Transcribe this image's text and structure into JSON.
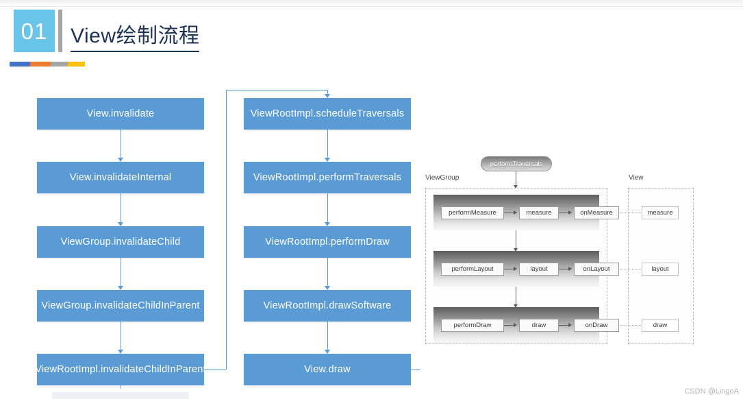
{
  "slide": {
    "number_badge": "01",
    "title": "View绘制流程",
    "accent_blue": "#5b9bd5",
    "badge_color": "#69c5e8",
    "title_color": "#1f3354"
  },
  "color_bar": {
    "segments": [
      {
        "name": "blue",
        "color": "#4472c4",
        "width": 30
      },
      {
        "name": "orange",
        "color": "#ed7d31",
        "width": 30
      },
      {
        "name": "gray",
        "color": "#a5a5a5",
        "width": 25
      },
      {
        "name": "yellow",
        "color": "#ffc000",
        "width": 25
      }
    ]
  },
  "flow": {
    "left_column": [
      {
        "label": "View.invalidate"
      },
      {
        "label": "View.invalidateInternal"
      },
      {
        "label": "ViewGroup.invalidateChild"
      },
      {
        "label": "ViewGroup.invalidateChildInParent"
      },
      {
        "label": "ViewRootImpl.invalidateChildInParent"
      },
      {
        "label": ""
      }
    ],
    "right_column": [
      {
        "label": "ViewRootImpl.scheduleTraversals"
      },
      {
        "label": "ViewRootImpl.performTraversals"
      },
      {
        "label": "ViewRootImpl.performDraw"
      },
      {
        "label": "ViewRootImpl.drawSoftware"
      },
      {
        "label": "View.draw"
      }
    ]
  },
  "traversals_diagram": {
    "entry_pill": "performTraversals",
    "group_label": "ViewGroup",
    "view_label": "View",
    "rows": [
      {
        "perform": "performMeasure",
        "mid": "measure",
        "on": "onMeasure",
        "view": "measure"
      },
      {
        "perform": "performLayout",
        "mid": "layout",
        "on": "onLayout",
        "view": "layout"
      },
      {
        "perform": "performDraw",
        "mid": "draw",
        "on": "onDraw",
        "view": "draw"
      }
    ]
  },
  "watermark": "CSDN @LingoA"
}
